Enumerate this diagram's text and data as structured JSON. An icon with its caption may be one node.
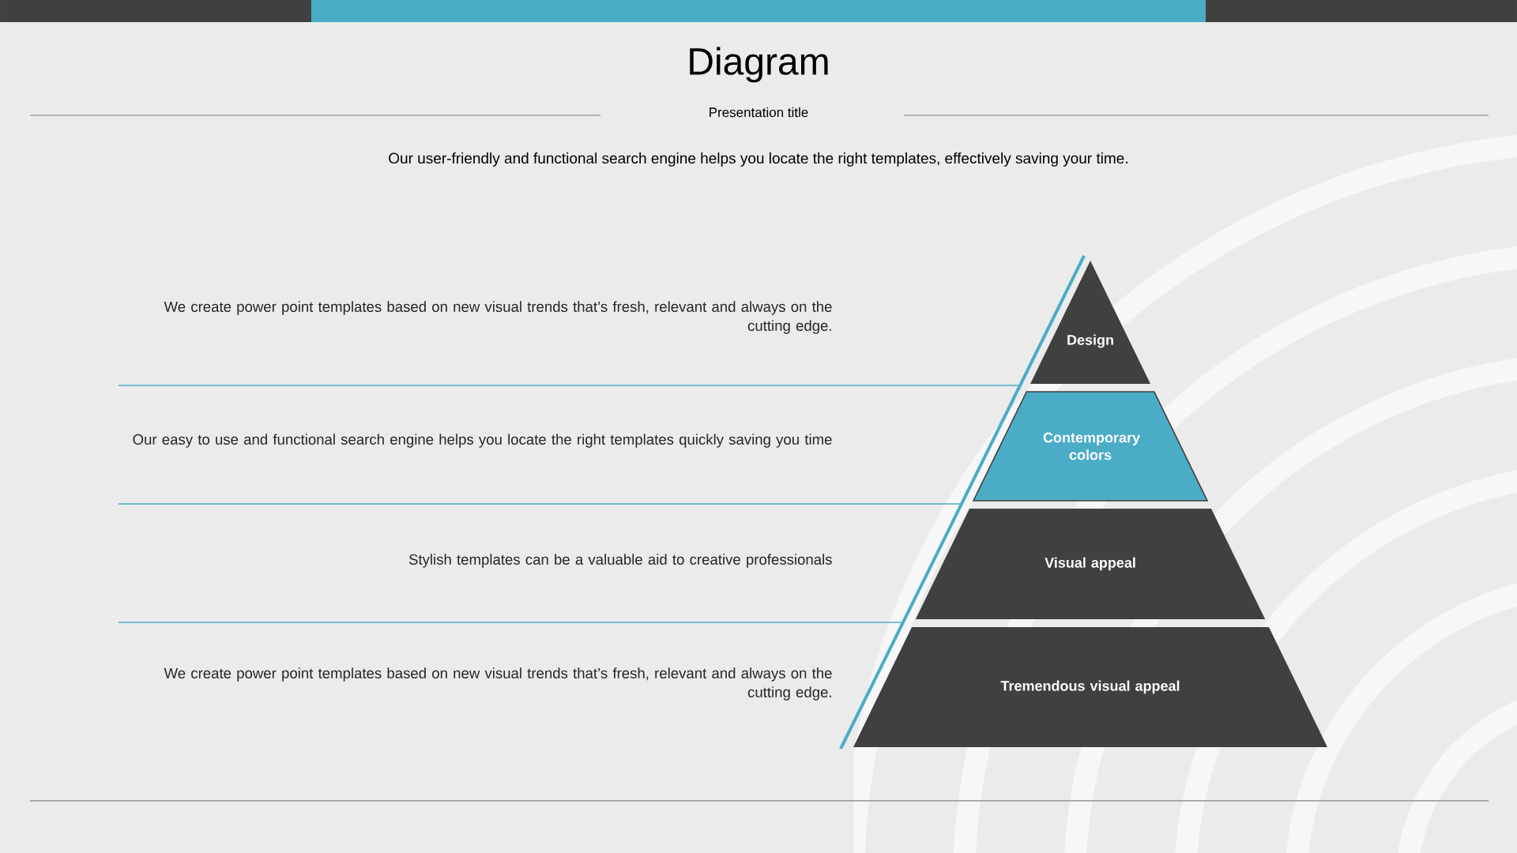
{
  "diagram": {
    "title": "Diagram",
    "nodes": [
      {
        "text": [
          "Design"
        ]
      },
      {
        "text": [
          "Contemporary colors"
        ]
      },
      {
        "text": [
          "Visual appeal"
        ]
      },
      {
        "text": [
          "Tremendous visual appeal"
        ]
      }
    ],
    "labels": [
      "Presentation title",
      "Our user-friendly and functional search engine helps you locate the right templates, effectively saving your time.",
      "We create power point templates based on new visual trends that’s fresh, relevant and always on the cutting edge.",
      "Our easy to use and functional search engine helps you locate the right templates quickly saving you time",
      "Stylish templates can be a valuable aid to creative professionals",
      "We create power point templates based on new visual trends that’s fresh, relevant and always on the cutting edge."
    ]
  }
}
